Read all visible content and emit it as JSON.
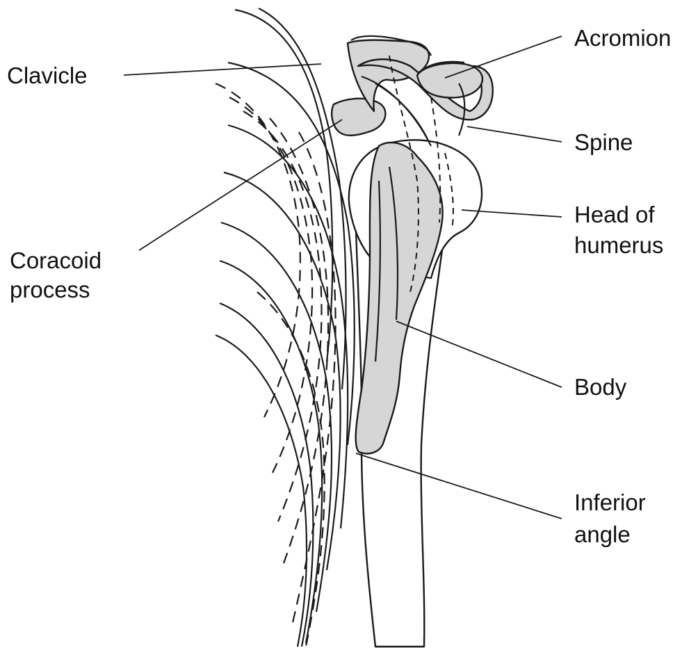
{
  "colors": {
    "background": "#ffffff",
    "line": "#1a1a1a",
    "scapula_fill": "#d6d6d6",
    "humerus_fill": "#ffffff"
  },
  "labels": {
    "clavicle": "Clavicle",
    "acromion": "Acromion",
    "spine": "Spine",
    "coracoid_line1": "Coracoid",
    "coracoid_line2": "process",
    "head_line1": "Head of",
    "head_line2": "humerus",
    "body": "Body",
    "inferior_line1": "Inferior",
    "inferior_line2": "angle"
  }
}
